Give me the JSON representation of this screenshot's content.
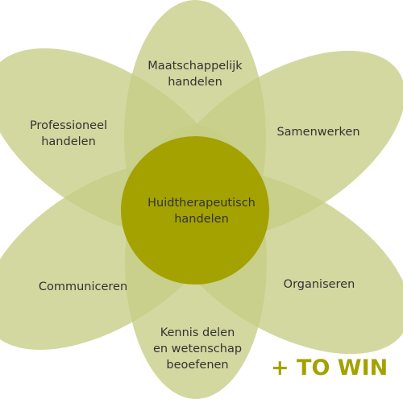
{
  "colors": {
    "petal": "#c7cd85",
    "center": "#a3a200",
    "text": "#333333",
    "brand": "#a3a200"
  },
  "center": {
    "label": "Huidtherapeutisch\nhandelen"
  },
  "petals": [
    {
      "label": "Maatschappelijk\nhandelen"
    },
    {
      "label": "Samenwerken"
    },
    {
      "label": "Organiseren"
    },
    {
      "label": "Kennis delen\nen wetenschap\nbeoefenen"
    },
    {
      "label": "Communiceren"
    },
    {
      "label": "Professioneel\nhandelen"
    }
  ],
  "brand": {
    "text": "+ TO WIN"
  }
}
